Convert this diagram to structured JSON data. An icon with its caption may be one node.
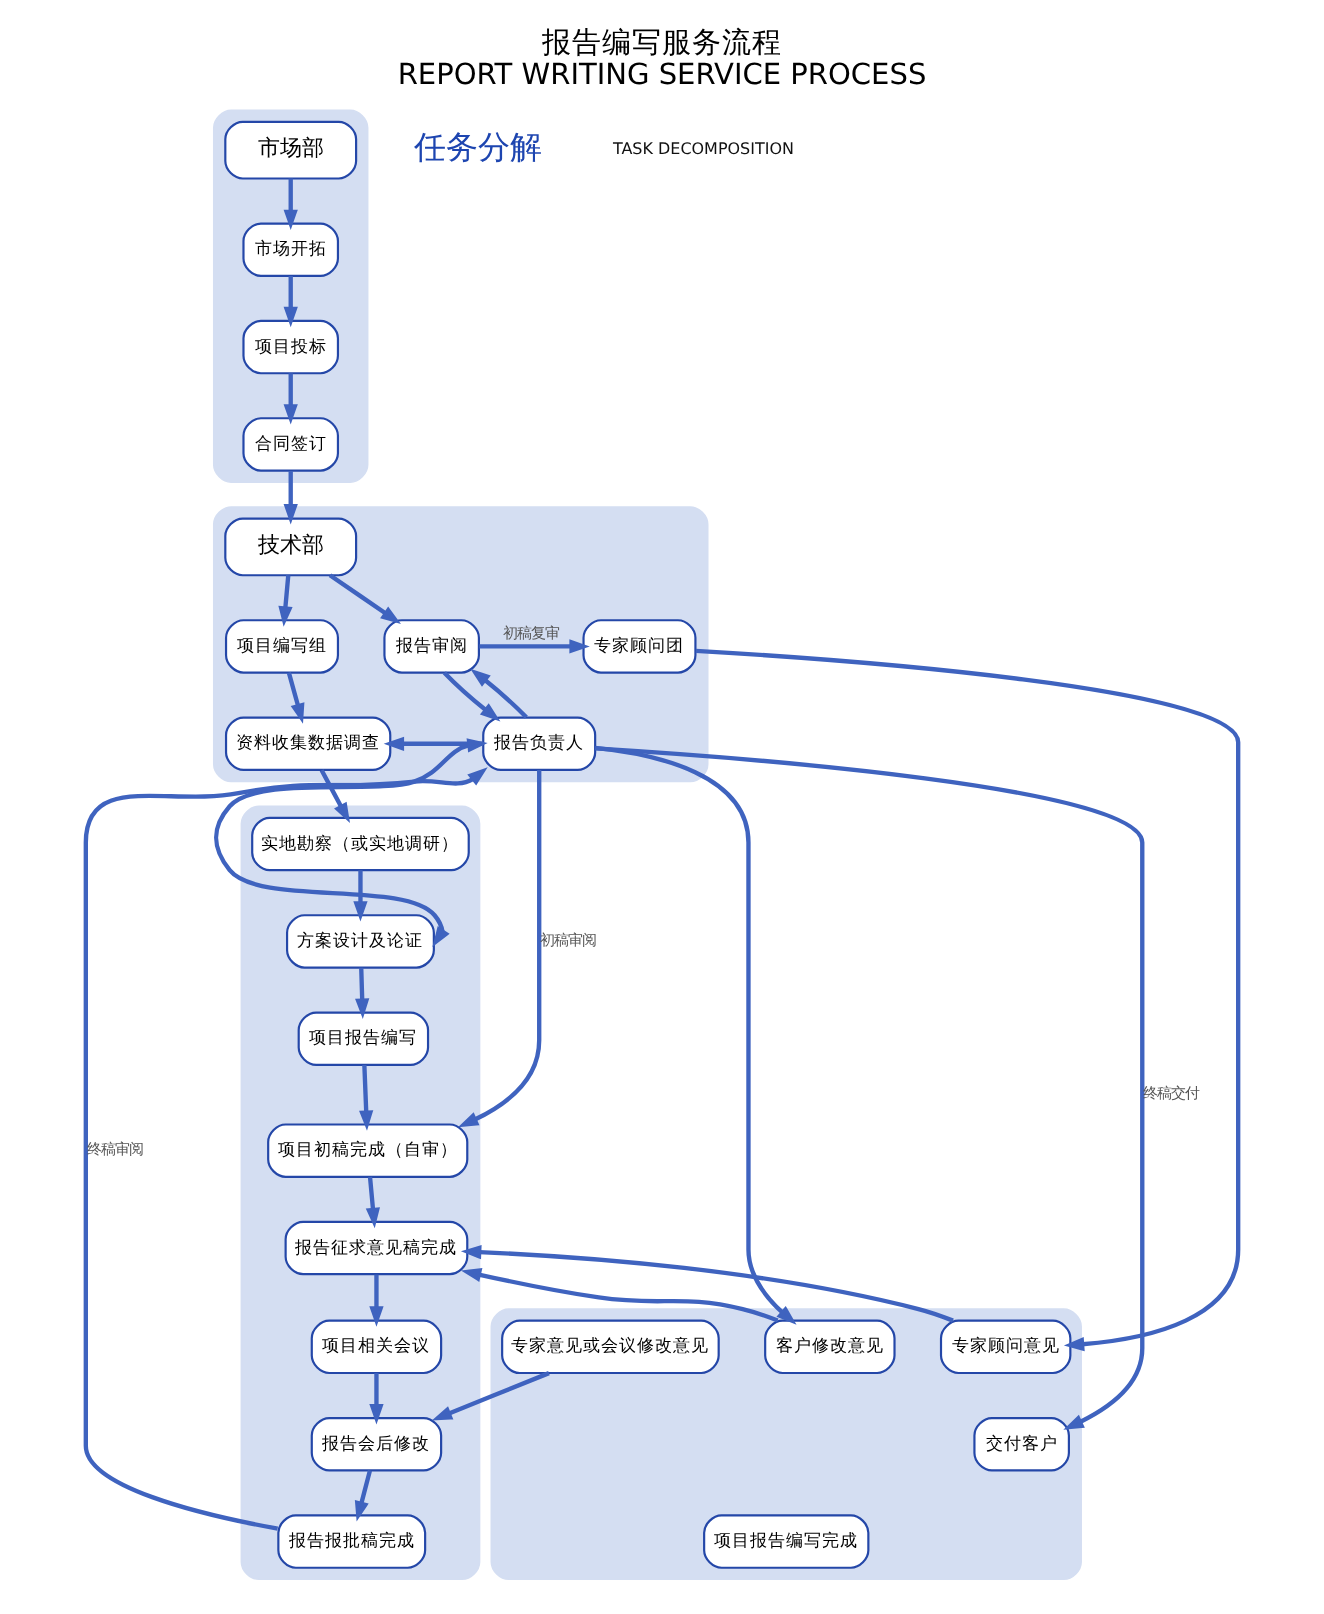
{
  "diagram": {
    "title": "报告编写服务流程",
    "caption": "REPORT WRITING SERVICE PROCESS",
    "nodes": [
      {
        "text": [],
        "shape": "box"
      },
      {
        "text": [
          "市场部"
        ],
        "in": 0
      },
      {
        "text": [
          "市场开拓"
        ],
        "in": 0
      },
      {
        "text": [
          "项目投标"
        ],
        "in": 0
      },
      {
        "text": [
          "合同签订"
        ],
        "in": 0
      },
      {
        "text": [],
        "shape": "box"
      },
      {
        "text": [
          "技术部"
        ],
        "in": 5
      },
      {
        "text": [
          "项目编写组"
        ],
        "in": 5
      },
      {
        "text": [
          "报告审阅"
        ],
        "in": 5
      },
      {
        "text": [
          "专家顾问团"
        ],
        "in": 5
      },
      {
        "text": [
          "资料收集数据调查"
        ],
        "in": 5
      },
      {
        "text": [
          "报告负责人"
        ],
        "in": 5
      },
      {
        "text": [],
        "shape": "box"
      },
      {
        "text": [
          "实地勘察（或实地调研）"
        ],
        "in": 12
      },
      {
        "text": [
          "方案设计及论证"
        ],
        "in": 12
      },
      {
        "text": [
          "项目报告编写"
        ],
        "in": 12
      },
      {
        "text": [
          "项目初稿完成（自审）"
        ],
        "in": 12
      },
      {
        "text": [
          "报告征求意见稿完成"
        ],
        "in": 12
      },
      {
        "text": [
          "项目相关会议"
        ],
        "in": 12
      },
      {
        "text": [
          "报告会后修改"
        ],
        "in": 12
      },
      {
        "text": [
          "报告报批稿完成"
        ],
        "in": 12
      },
      {
        "text": [],
        "shape": "box"
      },
      {
        "text": [
          "客户修改意见"
        ],
        "in": 21
      },
      {
        "text": [
          "专家顾问意见"
        ],
        "in": 21
      },
      {
        "text": [
          "专家意见或会议修改意见"
        ],
        "in": 21
      },
      {
        "text": [
          "交付客户"
        ],
        "in": 21
      },
      {
        "text": [
          "项目报告编写完成"
        ],
        "in": 21
      }
    ],
    "edges": [
      {
        "from": 1,
        "to": 2,
        "arrow": "to"
      },
      {
        "from": 2,
        "to": 3,
        "arrow": "to"
      },
      {
        "from": 3,
        "to": 4,
        "arrow": "to"
      },
      {
        "from": 4,
        "to": 6,
        "arrow": "to"
      },
      {
        "from": 6,
        "to": 7,
        "arrow": "to"
      },
      {
        "from": 6,
        "to": 8,
        "arrow": "to"
      },
      {
        "from": 7,
        "to": 10,
        "arrow": "to"
      },
      {
        "from": 8,
        "to": 9,
        "arrow": "to",
        "label": "初稿复审"
      },
      {
        "from": 8,
        "to": 11,
        "arrow": "to"
      },
      {
        "from": 11,
        "to": 8,
        "arrow": "to"
      },
      {
        "from": 11,
        "to": 10,
        "arrow": "to"
      },
      {
        "from": 10,
        "to": 13,
        "arrow": "to"
      },
      {
        "from": 13,
        "to": 14,
        "arrow": "to"
      },
      {
        "from": 14,
        "to": 15,
        "arrow": "to"
      },
      {
        "from": 15,
        "to": 16,
        "arrow": "to"
      },
      {
        "from": 16,
        "to": 17,
        "arrow": "to"
      },
      {
        "from": 17,
        "to": 18,
        "arrow": "to"
      },
      {
        "from": 18,
        "to": 19,
        "arrow": "to"
      },
      {
        "from": 19,
        "to": 20,
        "arrow": "to"
      },
      {
        "from": 14,
        "to": 11,
        "arrow": "both"
      },
      {
        "from": 11,
        "to": 16,
        "arrow": "to",
        "label": "初稿审阅"
      },
      {
        "from": 20,
        "to": 11,
        "arrow": "to",
        "label": "终稿审阅"
      },
      {
        "from": 11,
        "to": 22,
        "arrow": "to"
      },
      {
        "from": 22,
        "to": 17,
        "arrow": "to"
      },
      {
        "from": 9,
        "to": 23,
        "arrow": "to"
      },
      {
        "from": 23,
        "to": 17,
        "arrow": "to"
      },
      {
        "from": 24,
        "to": 19,
        "arrow": "to"
      },
      {
        "from": 11,
        "to": 25,
        "arrow": "to",
        "label": "终稿交付"
      }
    ],
    "labels": [
      "任务分解",
      "TASK DECOMPOSITION"
    ]
  }
}
